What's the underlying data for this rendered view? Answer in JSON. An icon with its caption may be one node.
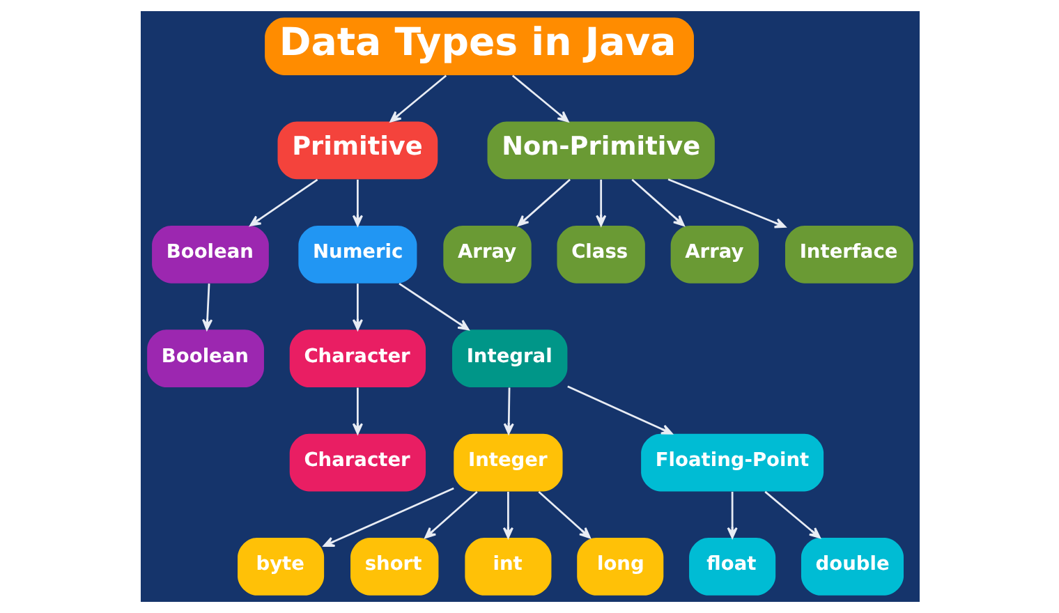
{
  "diagram": {
    "nodes": [
      {
        "text": [
          "Data Types in Java"
        ]
      },
      {
        "text": [
          "Primitive"
        ]
      },
      {
        "text": [
          "Non-Primitive"
        ]
      },
      {
        "text": [
          "Boolean"
        ]
      },
      {
        "text": [
          "Numeric"
        ]
      },
      {
        "text": [
          "Array"
        ]
      },
      {
        "text": [
          "Class"
        ]
      },
      {
        "text": [
          "Array"
        ]
      },
      {
        "text": [
          "Interface"
        ]
      },
      {
        "text": [
          "Boolean"
        ]
      },
      {
        "text": [
          "Character"
        ]
      },
      {
        "text": [
          "Integral"
        ]
      },
      {
        "text": [
          "Character"
        ]
      },
      {
        "text": [
          "Integer"
        ]
      },
      {
        "text": [
          "Floating-Point"
        ]
      },
      {
        "text": [
          "byte"
        ]
      },
      {
        "text": [
          "short"
        ]
      },
      {
        "text": [
          "int"
        ]
      },
      {
        "text": [
          "long"
        ]
      },
      {
        "text": [
          "float"
        ]
      },
      {
        "text": [
          "double"
        ]
      }
    ],
    "edges": [
      {
        "from": 0,
        "to": 1,
        "arrow": "to"
      },
      {
        "from": 0,
        "to": 2,
        "arrow": "to"
      },
      {
        "from": 1,
        "to": 3,
        "arrow": "to"
      },
      {
        "from": 1,
        "to": 4,
        "arrow": "to"
      },
      {
        "from": 2,
        "to": 5,
        "arrow": "to"
      },
      {
        "from": 2,
        "to": 6,
        "arrow": "to"
      },
      {
        "from": 2,
        "to": 7,
        "arrow": "to"
      },
      {
        "from": 2,
        "to": 8,
        "arrow": "to"
      },
      {
        "from": 3,
        "to": 9,
        "arrow": "to"
      },
      {
        "from": 4,
        "to": 10,
        "arrow": "to"
      },
      {
        "from": 4,
        "to": 11,
        "arrow": "to"
      },
      {
        "from": 10,
        "to": 12,
        "arrow": "to"
      },
      {
        "from": 11,
        "to": 13,
        "arrow": "to"
      },
      {
        "from": 11,
        "to": 14,
        "arrow": "to"
      },
      {
        "from": 13,
        "to": 15,
        "arrow": "to"
      },
      {
        "from": 13,
        "to": 16,
        "arrow": "to"
      },
      {
        "from": 13,
        "to": 17,
        "arrow": "to"
      },
      {
        "from": 13,
        "to": 18,
        "arrow": "to"
      },
      {
        "from": 14,
        "to": 19,
        "arrow": "to"
      },
      {
        "from": 14,
        "to": 20,
        "arrow": "to"
      }
    ]
  }
}
